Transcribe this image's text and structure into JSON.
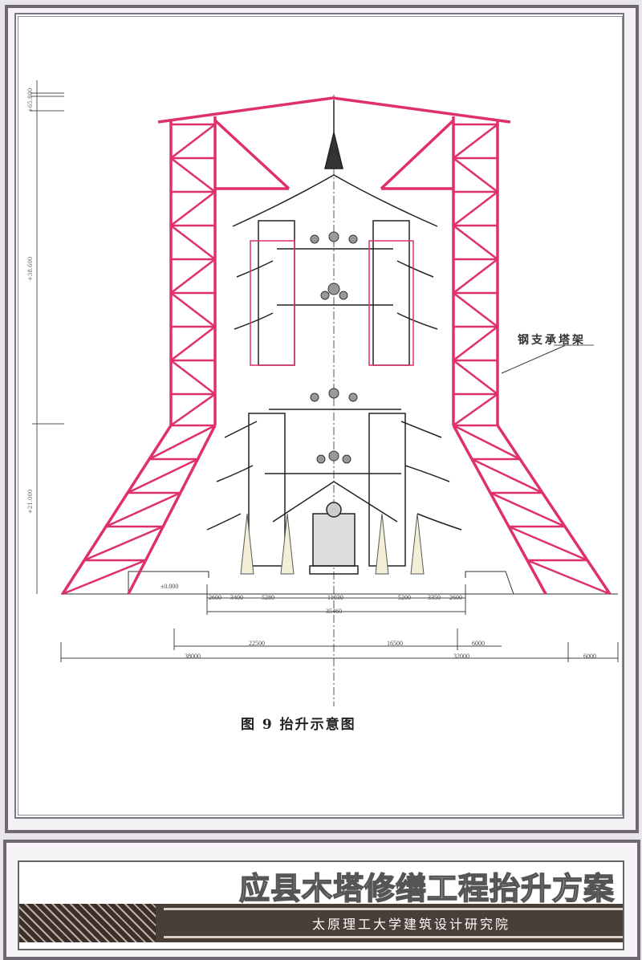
{
  "figure": {
    "caption": "图 9    抬升示意图",
    "callout_label": "钢支承塔架",
    "elevation_mark": "±0.000"
  },
  "dimensions": {
    "row1": [
      "2600",
      "3400",
      "5280",
      "11030",
      "5200",
      "3350",
      "2600"
    ],
    "row2_total": "35460",
    "row3": [
      "22500",
      "16500",
      "6000"
    ],
    "row4": [
      "38000",
      "32000",
      "6000"
    ]
  },
  "side_labels": [
    "+65.800",
    "+38.600",
    "+21.000"
  ],
  "banner": {
    "title": "应县木塔修缮工程抬升方案",
    "subtitle": "太原理工大学建筑设计研究院"
  },
  "colors": {
    "truss": "#e0306a",
    "frame": "#6e6872",
    "banner_band": "#4a3e38"
  }
}
